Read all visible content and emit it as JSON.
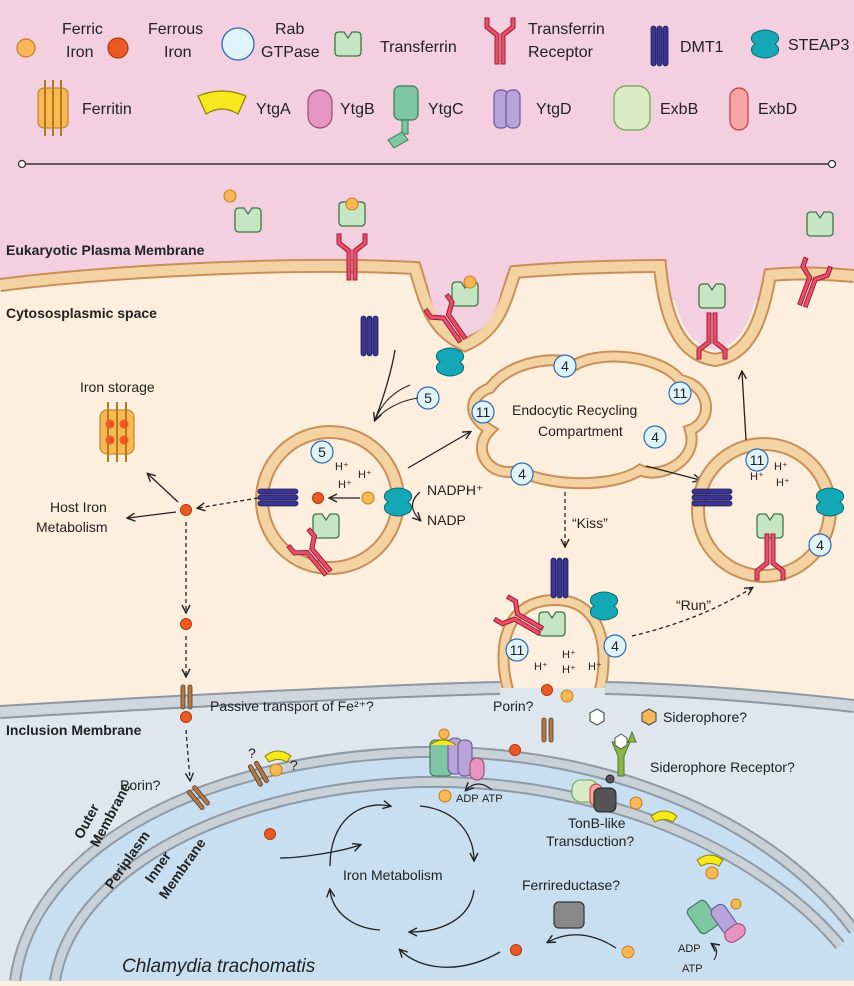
{
  "colors": {
    "ferric": "#f7b955",
    "ferrous": "#ec5a24",
    "rab": "#dff4fb",
    "transferrin": "#c6e6c3",
    "receptor": "#e94f6a",
    "dmt1": "#3a3590",
    "steap3": "#14a7b5",
    "ferritin": "#f8b852",
    "ytga": "#f5e81c",
    "ytgb": "#e695c0",
    "ytgc": "#7fc7a3",
    "ytgd": "#b8a4d8",
    "exbb": "#d9ecc6",
    "exbd": "#f5a5a4",
    "extracellular": "#f3cfe0",
    "cytosol": "#fdeedd",
    "membrane": "#f0c894",
    "inclusion": "#d8e8f5",
    "bacteria": "#c7dff1"
  },
  "legend": {
    "ferric_iron": [
      "Ferric",
      "Iron"
    ],
    "ferrous_iron": [
      "Ferrous",
      "Iron"
    ],
    "rab_gtpase": [
      "Rab",
      "GTPase"
    ],
    "transferrin": "Transferrin",
    "transferrin_receptor": [
      "Transferrin",
      "Receptor"
    ],
    "dmt1": "DMT1",
    "steap3": "STEAP3",
    "ferritin": "Ferritin",
    "ytga": "YtgA",
    "ytgb": "YtgB",
    "ytgc": "YtgC",
    "ytgd": "YtgD",
    "exbb": "ExbB",
    "exbd": "ExbD"
  },
  "labels": {
    "plasma_membrane": "Eukaryotic Plasma Membrane",
    "cytosolic_space": "Cytososplasmic space",
    "iron_storage": "Iron storage",
    "host_iron_metabolism": [
      "Host Iron",
      "Metabolism"
    ],
    "nadph": "NADPH⁺",
    "nadp": "NADP",
    "erc": [
      "Endocytic Recycling",
      "Compartment"
    ],
    "kiss": "“Kiss”",
    "run": "“Run”",
    "h_plus": "H⁺",
    "passive_transport": "Passive transport of Fe²⁺?",
    "inclusion_membrane": "Inclusion Membrane",
    "porin_inclusion": "Porin?",
    "porin_outer": "Porin?",
    "question": "?",
    "siderophore": "Siderophore?",
    "siderophore_receptor": "Siderophore Receptor?",
    "adp": "ADP",
    "atp": "ATP",
    "tonb": [
      "TonB-like",
      "Transduction?"
    ],
    "outer_membrane": [
      "Outer",
      "Membrane"
    ],
    "periplasm": "Periplasm",
    "inner_membrane": [
      "Inner",
      "Membrane"
    ],
    "iron_metabolism": "Iron Metabolism",
    "ferrireductase": "Ferrireductase?",
    "organism": "Chlamydia trachomatis"
  },
  "rab": {
    "n4": "4",
    "n5": "5",
    "n11": "11"
  }
}
